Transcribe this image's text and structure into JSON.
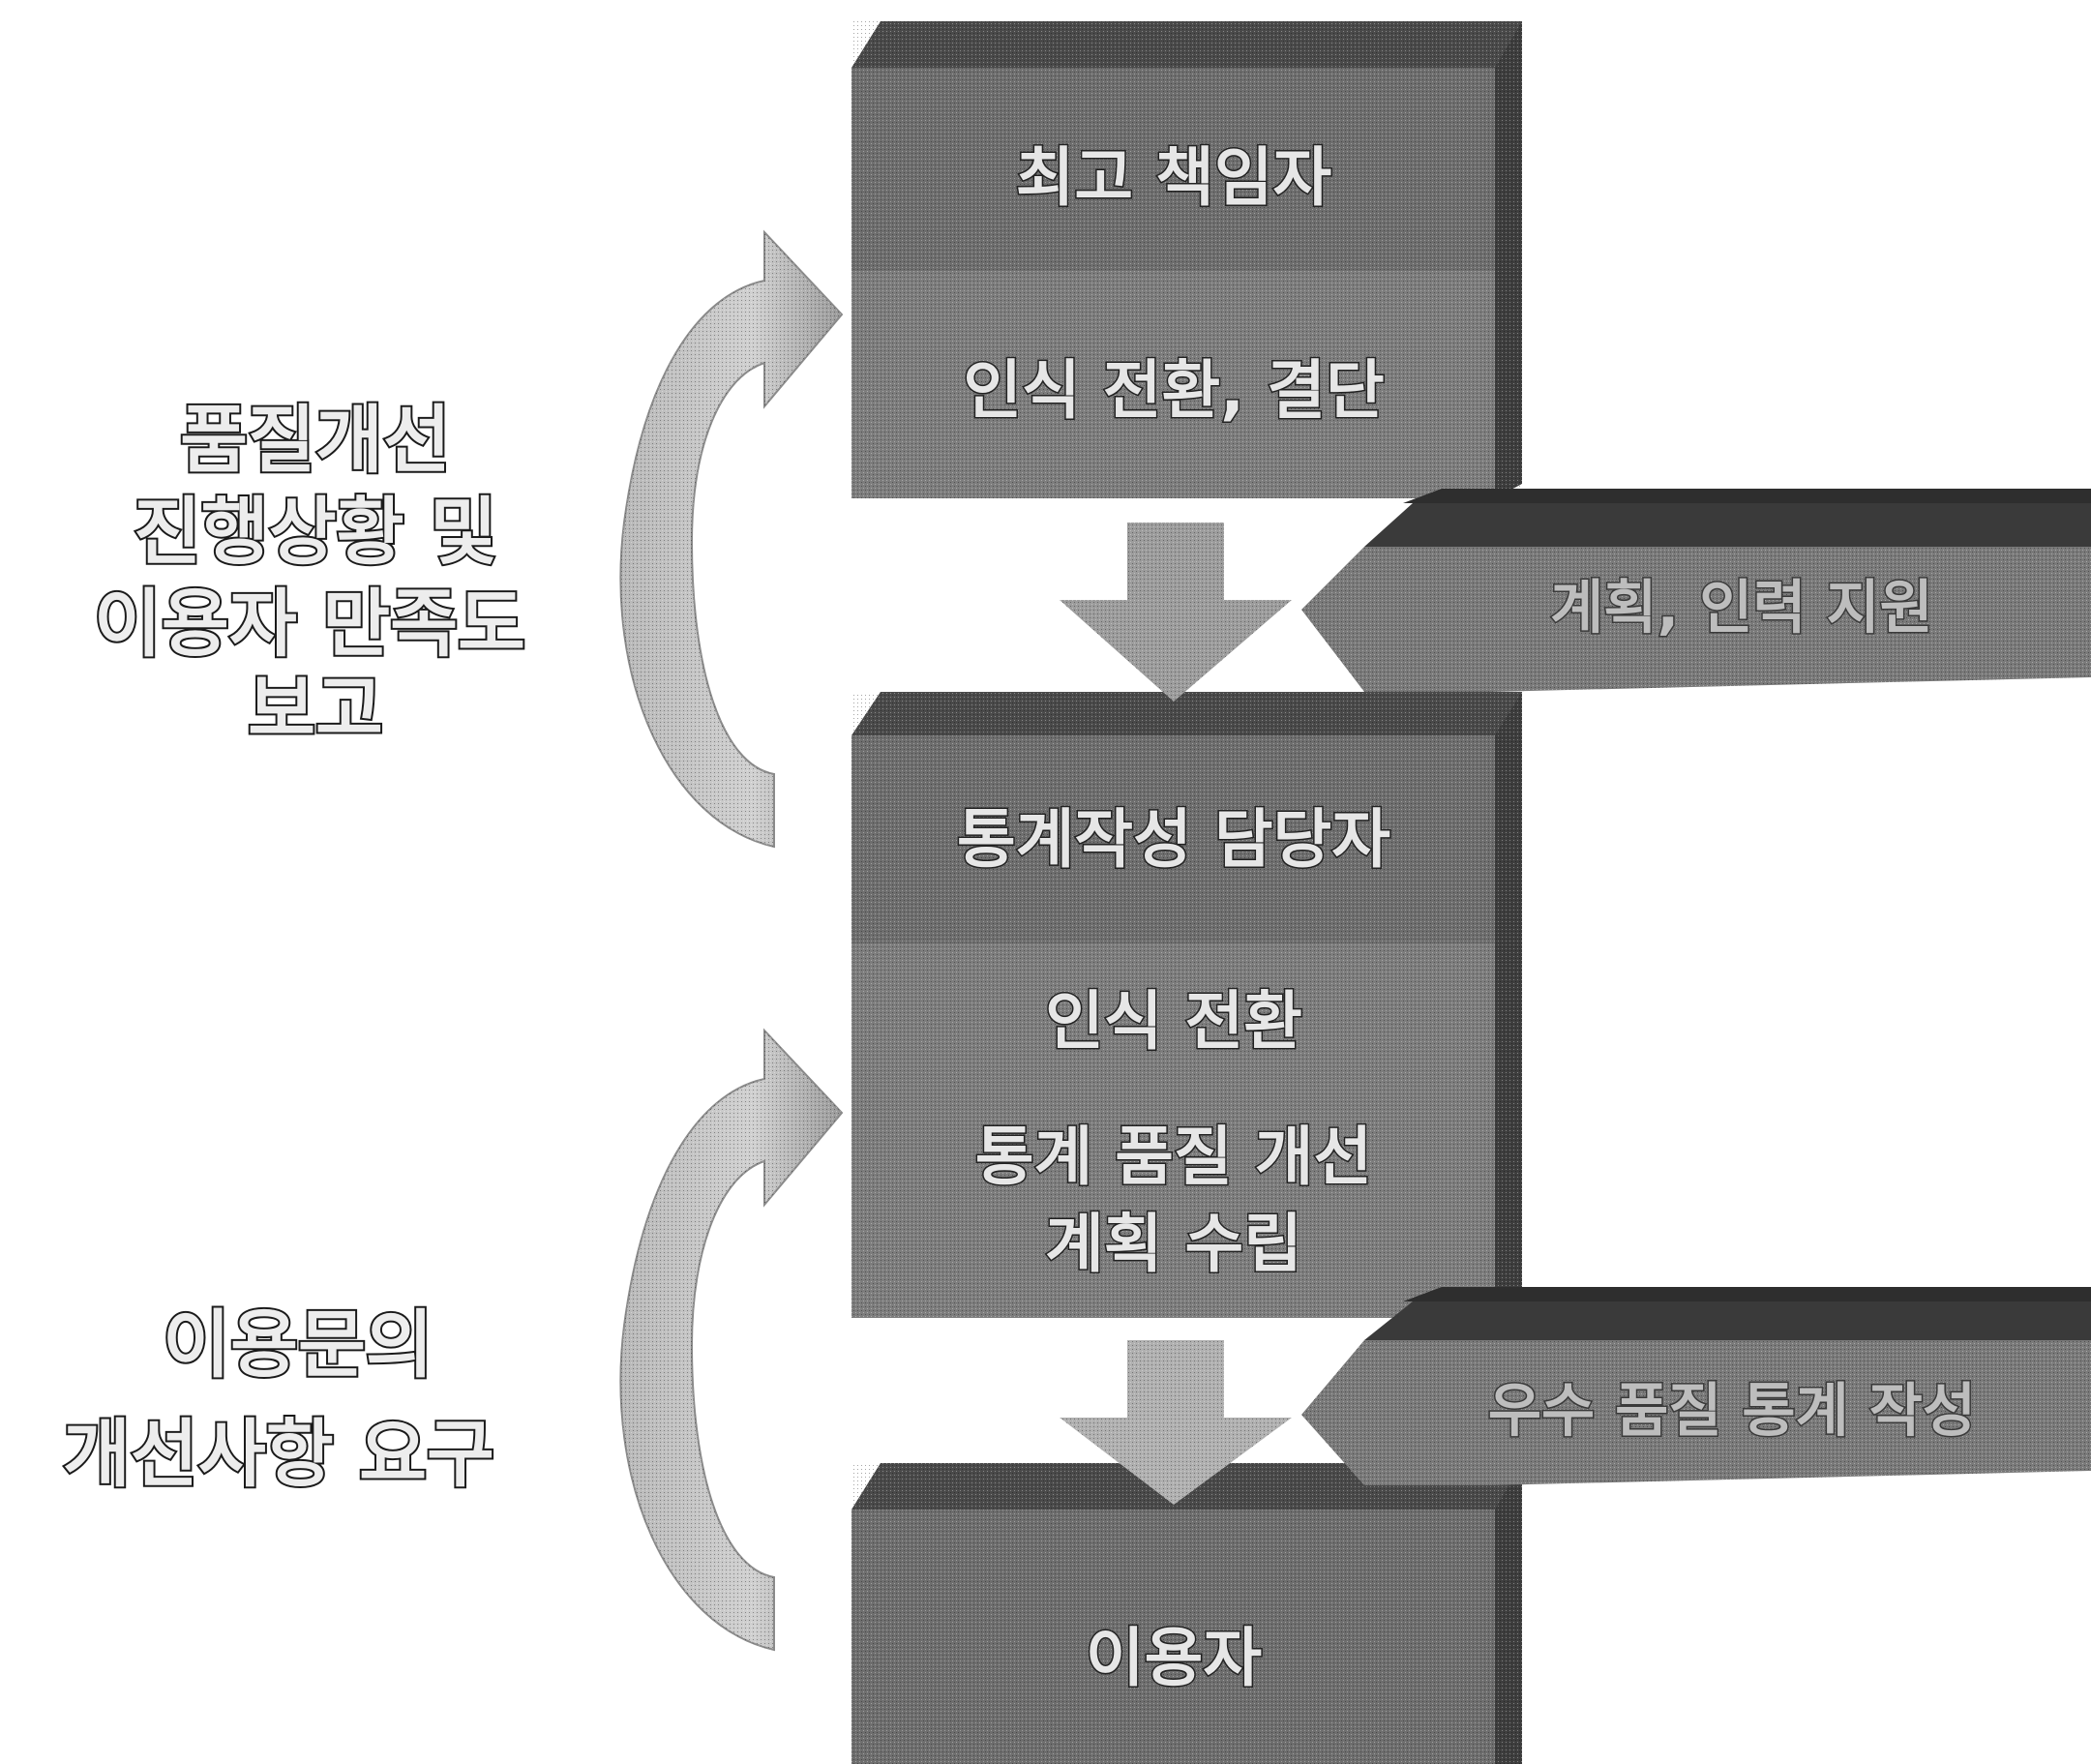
{
  "diagram": {
    "top_box": {
      "title": "최고 책임자",
      "subtitle": "인식 전환, 결단"
    },
    "middle_box": {
      "title": "통계작성 담당자",
      "line1": "인식 전환",
      "line2": "통계 품질 개선",
      "line3": "계획 수립"
    },
    "bottom_box": {
      "title": "이용자"
    },
    "upper_tag": {
      "label": "계획, 인력 지원"
    },
    "lower_tag": {
      "label": "우수 품질 통계 작성"
    },
    "upper_feedback": {
      "line1": "품질개선",
      "line2": "진행상황 및",
      "line3": "이용자 만족도",
      "line4": "보고"
    },
    "lower_feedback": {
      "line1": "이용문의",
      "line2": "개선사항 요구"
    }
  },
  "colors": {
    "box_fill": "#6e6e6e",
    "box_fill_light": "#7d7d7d",
    "box_top": "#4a4a4a",
    "box_side": "#3e3e3e",
    "tag_fill": "#7a7a7a",
    "tag_top": "#3a3a3a",
    "down_arrow": "#9c9c9c",
    "curved_arrow": "#b5b5b5",
    "label_text": "#ededed"
  }
}
